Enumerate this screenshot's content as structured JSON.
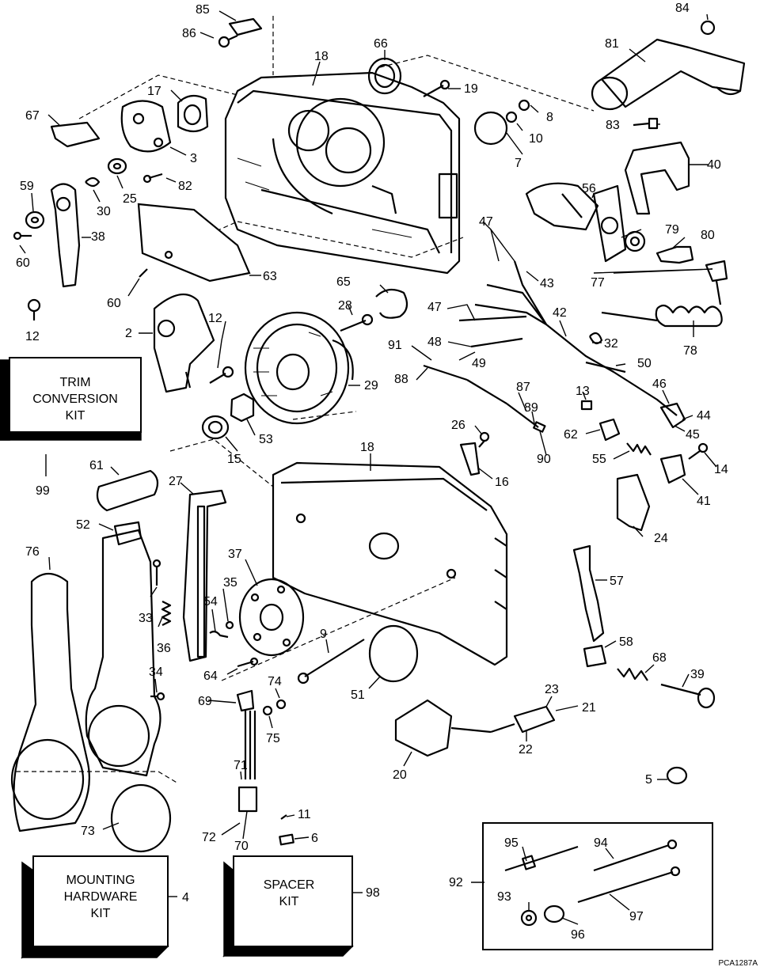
{
  "diagram_code": "PCA1287A",
  "kits": {
    "trim_conversion": {
      "line1": "TRIM",
      "line2": "CONVERSION",
      "line3": "KIT",
      "number": "99"
    },
    "mounting_hardware": {
      "line1": "MOUNTING",
      "line2": "HARDWARE",
      "line3": "KIT",
      "number": "4"
    },
    "spacer": {
      "line1": "SPACER",
      "line2": "KIT",
      "number": "98"
    },
    "bolt_kit_number": "92"
  },
  "callouts": {
    "p85": "85",
    "p86": "86",
    "p18": "18",
    "p66": "66",
    "p19": "19",
    "p84": "84",
    "p81": "81",
    "p17": "17",
    "p67": "67",
    "p3": "3",
    "p8": "8",
    "p10": "10",
    "p7": "7",
    "p83": "83",
    "p25": "25",
    "p82": "82",
    "p40": "40",
    "p59": "59",
    "p30": "30",
    "p38": "38",
    "p56": "56",
    "p60a": "60",
    "p47a": "47",
    "p79": "79",
    "p80": "80",
    "p63": "63",
    "p60b": "60",
    "p43": "43",
    "p77": "77",
    "p65": "65",
    "p28": "28",
    "p47b": "47",
    "p42": "42",
    "p12a": "12",
    "p12b": "12",
    "p2": "2",
    "p91": "91",
    "p48": "48",
    "p49": "49",
    "p32": "32",
    "p78": "78",
    "p50": "50",
    "p88": "88",
    "p29": "29",
    "p87": "87",
    "p13": "13",
    "p46": "46",
    "p89": "89",
    "p44": "44",
    "p26": "26",
    "p62": "62",
    "p45": "45",
    "p53": "53",
    "p90": "90",
    "p15": "15",
    "p55": "55",
    "p14": "14",
    "p18b": "18",
    "p16": "16",
    "p41": "41",
    "p61": "61",
    "p27": "27",
    "p24": "24",
    "p52": "52",
    "p37": "37",
    "p76": "76",
    "p35": "35",
    "p57": "57",
    "p54": "54",
    "p33": "33",
    "p36": "36",
    "p9": "9",
    "p58": "58",
    "p68": "68",
    "p34": "34",
    "p64": "64",
    "p74": "74",
    "p39": "39",
    "p51": "51",
    "p23": "23",
    "p69": "69",
    "p21": "21",
    "p75": "75",
    "p22": "22",
    "p20": "20",
    "p71": "71",
    "p5": "5",
    "p73": "73",
    "p11": "11",
    "p72": "72",
    "p6": "6",
    "p70": "70",
    "p95": "95",
    "p94": "94",
    "p93": "93",
    "p96": "96",
    "p97": "97"
  }
}
